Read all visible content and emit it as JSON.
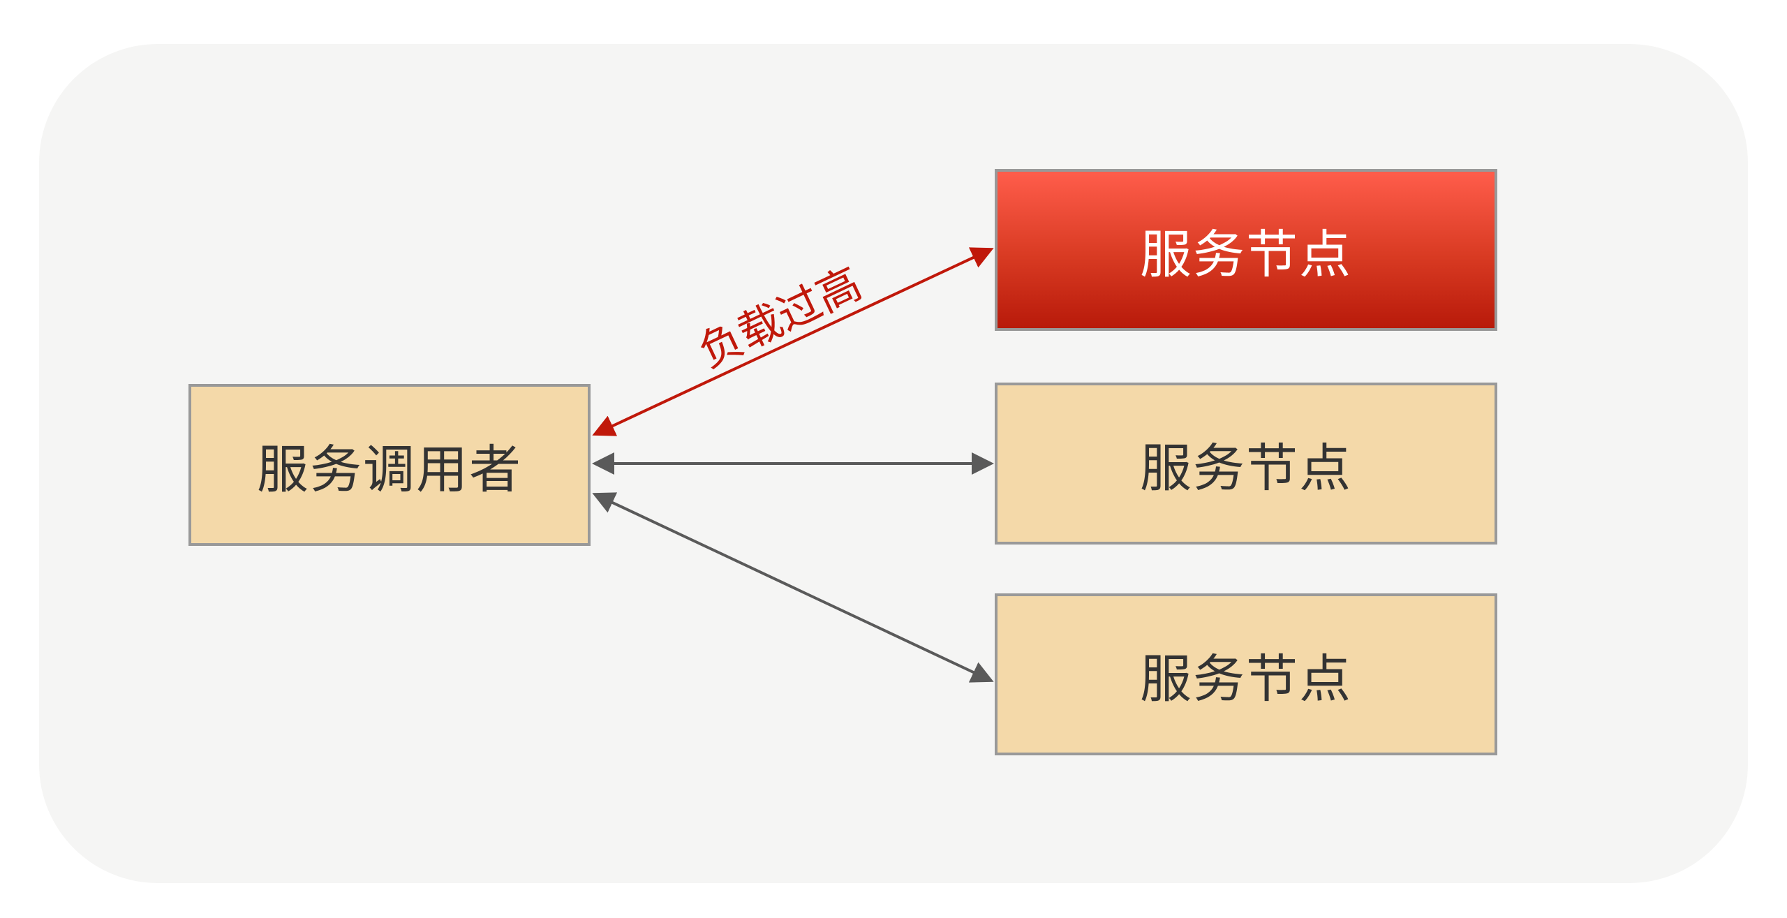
{
  "diagram": {
    "caller": {
      "label": "服务调用者"
    },
    "nodes": [
      {
        "label": "服务节点",
        "state": "overloaded"
      },
      {
        "label": "服务节点",
        "state": "normal"
      },
      {
        "label": "服务节点",
        "state": "normal"
      }
    ],
    "edges": [
      {
        "from": "caller",
        "to": "node-1",
        "label": "负载过高",
        "color": "#c0180a"
      },
      {
        "from": "caller",
        "to": "node-2",
        "label": "",
        "color": "#5a5a5a"
      },
      {
        "from": "caller",
        "to": "node-3",
        "label": "",
        "color": "#5a5a5a"
      }
    ],
    "colors": {
      "background": "#f5f5f4",
      "node_fill": "#f4d9a9",
      "node_border": "#999999",
      "overloaded_fill": "#d83a22",
      "alert": "#c0180a",
      "edge": "#5a5a5a"
    }
  }
}
